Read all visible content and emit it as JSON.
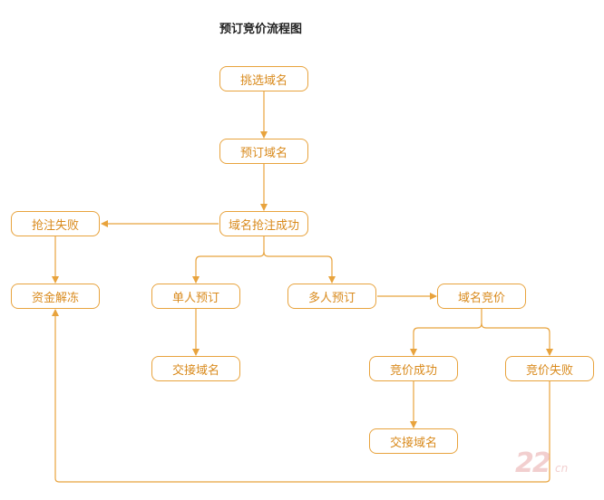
{
  "title": "预订竞价流程图",
  "nodes": {
    "pick": "挑选域名",
    "reserve": "预订域名",
    "grab_success": "域名抢注成功",
    "grab_fail": "抢注失败",
    "unfreeze": "资金解冻",
    "single": "单人预订",
    "multi": "多人预订",
    "auction": "域名竞价",
    "deliver_single": "交接域名",
    "bid_success": "竞价成功",
    "bid_fail": "竞价失败",
    "deliver_bid": "交接域名"
  },
  "colors": {
    "line": "#e8a33d",
    "text": "#d98a1c",
    "title": "#222222"
  },
  "watermark": {
    "big": "22",
    "small": "cn"
  }
}
